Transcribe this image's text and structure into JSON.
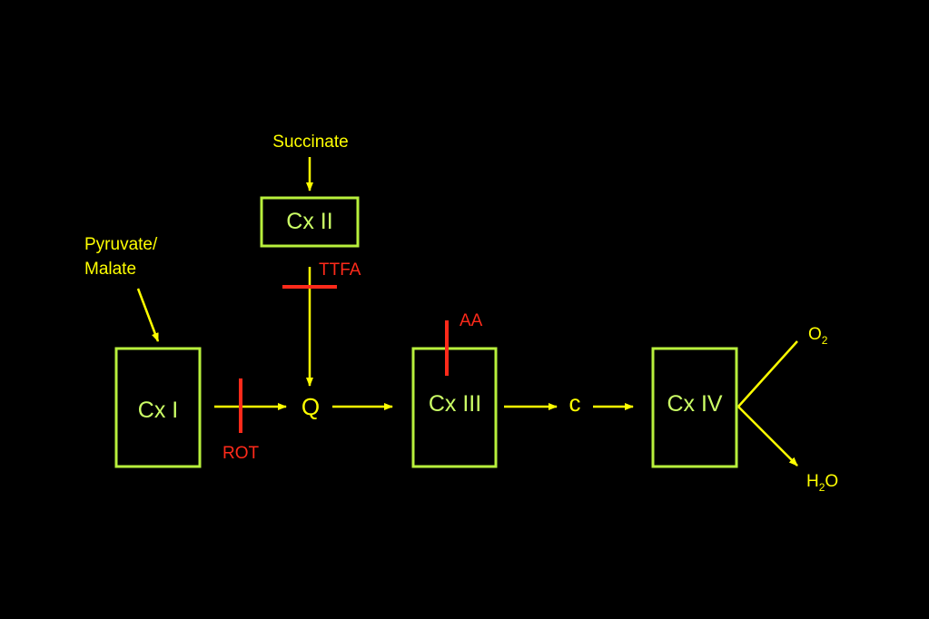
{
  "labels": {
    "succinate": "Succinate",
    "pyruvate_line1": "Pyruvate/",
    "pyruvate_line2": "Malate",
    "cx1": "Cx I",
    "cx2": "Cx II",
    "cx3": "Cx III",
    "cx4": "Cx IV",
    "q": "Q",
    "c": "c",
    "ttfa": "TTFA",
    "aa": "AA",
    "rot": "ROT",
    "o2_main": "O",
    "o2_sub": "2",
    "h2o_h": "H",
    "h2o_sub": "2",
    "h2o_o": "O"
  },
  "colors": {
    "background": "#000000",
    "box": "#b8f03c",
    "arrow": "#ffff00",
    "inhibitor": "#ff2a1a"
  }
}
